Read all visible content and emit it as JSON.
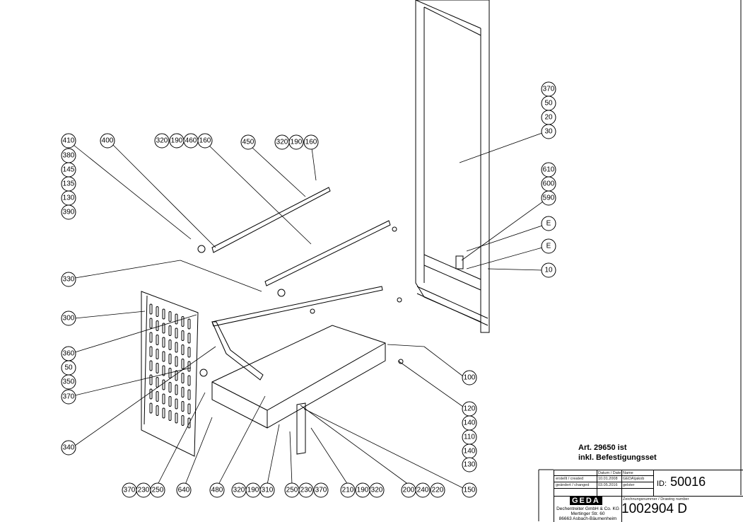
{
  "callouts": {
    "c410": "410",
    "c380": "380",
    "c145": "145",
    "c135": "135",
    "c130a": "130",
    "c390": "390",
    "c400": "400",
    "c320a": "320",
    "c190a": "190",
    "c460": "460",
    "c160a": "160",
    "c450": "450",
    "c320b": "320",
    "c190b": "190",
    "c160b": "160",
    "c370a": "370",
    "c50a": "50",
    "c20": "20",
    "c30": "30",
    "c610": "610",
    "c600": "600",
    "c590": "590",
    "cE1": "E",
    "cE2": "E",
    "c10": "10",
    "c330": "330",
    "c300": "300",
    "c360": "360",
    "c50b": "50",
    "c350": "350",
    "c370b": "370",
    "c340": "340",
    "c100": "100",
    "c120": "120",
    "c140a": "140",
    "c110": "110",
    "c140b": "140",
    "c130b": "130",
    "c150": "150",
    "c370c": "370",
    "c230a": "230",
    "c250a": "250",
    "c640": "640",
    "c480": "480",
    "c320c": "320",
    "c190c": "190",
    "c310": "310",
    "c250b": "250",
    "c230b": "230",
    "c370d": "370",
    "c210": "210",
    "c190d": "190",
    "c320d": "320",
    "c200": "200",
    "c240": "240",
    "c220": "220"
  },
  "note": {
    "line1": "Art. 29650 ist",
    "line2": "inkl. Befestigungsset"
  },
  "title_block": {
    "date_header": "Datum / Date",
    "name_header": "Name",
    "created_label": "erstellt / created",
    "created_date": "10.01.2008",
    "created_name": "GEDA\\jakob",
    "changed_label": "geändert / changed",
    "changed_date": "03.05.2016",
    "changed_name": "gelster",
    "id_label": "ID:",
    "id_value": "50016",
    "drawing_number_label": "Zeichnungsnummer / Drawing number",
    "drawing_number": "1002904 D",
    "logo": "GEDA",
    "company": "Dechentreiter GmbH & Co. KG",
    "street": "Mertinger Str. 60",
    "city": "86663 Asbach-Bäumenheim"
  }
}
